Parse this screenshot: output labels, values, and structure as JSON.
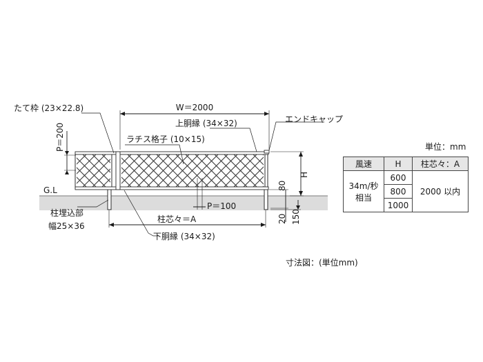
{
  "labels": {
    "tate_waku": "たて枠 (23×22.8)",
    "width": "W＝2000",
    "upper_rail": "上胴縁 (34×32)",
    "end_cap": "エンドキャップ",
    "lattice": "ラチス格子 (10×15)",
    "pitch_v": "P＝200",
    "gl": "G.L",
    "pitch_h": "P＝100",
    "post_embed_line1": "柱埋込部",
    "post_embed_line2": "幅25×36",
    "post_pitch": "柱芯々＝A",
    "lower_rail": "下胴縁 (34×32)",
    "height": "H",
    "dim_80": "80",
    "dim_20": "20",
    "dim_150": "150"
  },
  "unit_label": "単位：mm",
  "caption": "寸法図：(単位mm)",
  "table": {
    "headers": [
      "風速",
      "H",
      "柱芯々：A"
    ],
    "wind_speed_line1": "34m/秒",
    "wind_speed_line2": "相当",
    "h_values": [
      "600",
      "800",
      "1000"
    ],
    "post_pitch_value": "2000 以内"
  },
  "colors": {
    "ground": "#dcdcdc",
    "lattice": "#3a3a3a",
    "header_bg": "#e6e6e6"
  }
}
